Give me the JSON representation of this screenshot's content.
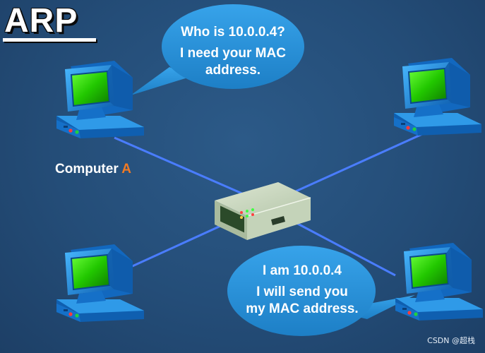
{
  "title": "ARP",
  "computer_a_label": {
    "text": "Computer ",
    "highlight": "A",
    "highlight_color": "#f07a24"
  },
  "request_bubble": {
    "line1": "Who is 10.0.0.4?",
    "line2": "I need your MAC",
    "line3": "address."
  },
  "reply_bubble": {
    "line1": "I am 10.0.0.4",
    "line2": "I will send you",
    "line3": "my MAC address."
  },
  "watermark": "CSDN @超栈",
  "colors": {
    "background": "#244d78",
    "bubble": "#2a8fd6",
    "cable": "#4a7dff",
    "monitor_case": "#1e90e0",
    "screen": "#1fd000",
    "switch_body": "#c9d8bf"
  },
  "icons": [
    "computer-icon",
    "switch-icon",
    "speech-bubble"
  ]
}
